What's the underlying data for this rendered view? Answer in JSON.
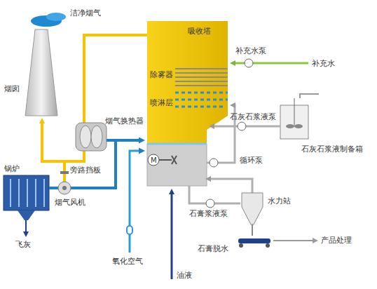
{
  "diagram": {
    "labels": [
      "洁净烟气",
      "烟囱",
      "吸收塔",
      "除雾器",
      "喷淋层",
      "补充水泵",
      "补充水",
      "烟气换热器",
      "石灰石浆液泵",
      "石灰石浆液制备箱",
      "循环泵",
      "锅炉",
      "旁路挡板",
      "烟气风机",
      "飞灰",
      "石膏浆液泵",
      "水力站",
      "产品处理",
      "石膏脱水",
      "氧化空气",
      "油液",
      "M"
    ]
  }
}
